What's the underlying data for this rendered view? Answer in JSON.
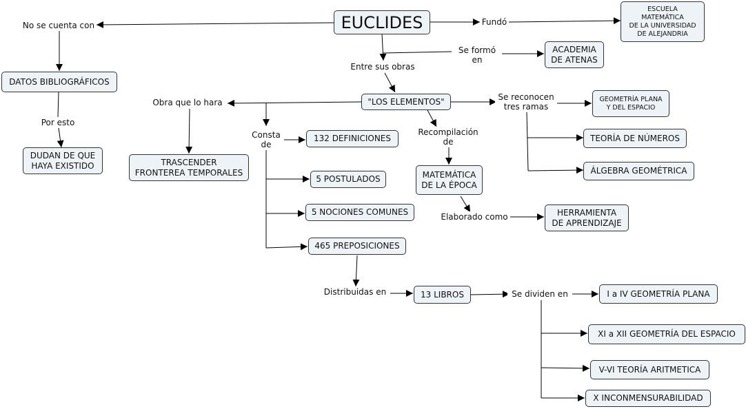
{
  "nodes": {
    "euclides": "EUCLIDES",
    "escuela": "ESCUELA\nMATEMÁTICA\nDE LA UNIVERSIDAD\nDE ALEJANDRIA",
    "academia": "ACADEMIA\nDE ATENAS",
    "datos": "DATOS BIBLIOGRÁFICOS",
    "dudan": "DUDAN DE QUE\nHAYA EXISTIDO",
    "elementos": "\"LOS ELEMENTOS\"",
    "trascender": "TRASCENDER\nFRONTEREA TEMPORALES",
    "definiciones": "132 DEFINICIONES",
    "postulados": "5 POSTULADOS",
    "nociones": "5 NOCIONES COMUNES",
    "preposiciones": "465 PREPOSICIONES",
    "matematica": "MATEMÁTICA\nDE LA ÉPOCA",
    "herramienta": "HERRAMIENTA\nDE APRENDIZAJE",
    "geometria_plana_espacio": "GEOMETRÍA PLANA\nY DEL ESPACIO",
    "numeros": "TEORÍA DE NÚMEROS",
    "algebra": "ÁLGEBRA GEOMÉTRICA",
    "libros": "13 LIBROS",
    "i_iv": "I a IV GEOMETRÍA PLANA",
    "xi_xii": "XI a XII GEOMETRÍA DEL ESPACIO",
    "v_vi": "V-VI TEORÍA ARITMETICA",
    "x": "X INCONMENSURABILIDAD"
  },
  "labels": {
    "no_se_cuenta": "No se cuenta con",
    "fundo": "Fundó",
    "se_formo": "Se formó\nen",
    "entre_sus_obras": "Entre sus obras",
    "por_esto": "Por esto",
    "obra_que": "Obra que lo hara",
    "consta_de": "Consta\nde",
    "recompilacion": "Recompilación\nde",
    "se_reconocen": "Se reconocen\ntres ramas",
    "elaborado": "Elaborado como",
    "distribuidas": "Distribuidas en",
    "se_dividen": "Se dividen en"
  }
}
